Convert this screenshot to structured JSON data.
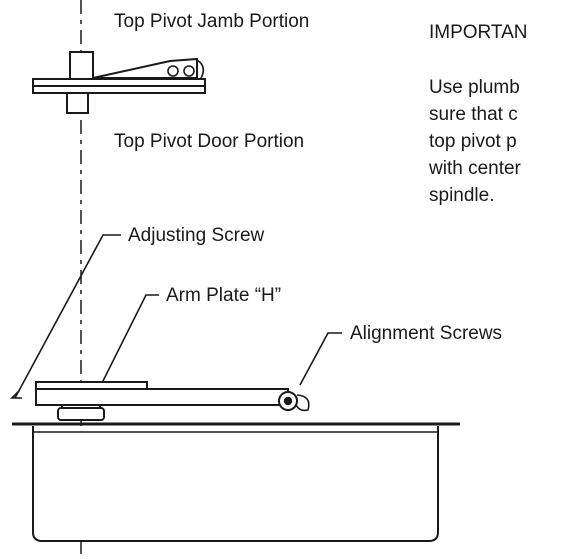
{
  "diagram": {
    "labels": {
      "top_pivot_jamb": "Top Pivot Jamb Portion",
      "top_pivot_door": "Top Pivot Door Portion",
      "adjusting_screw": "Adjusting Screw",
      "arm_plate": "Arm Plate “H”",
      "alignment_screws": "Alignment Screws"
    },
    "note": {
      "heading": "IMPORTAN",
      "lines": [
        "Use plumb",
        "sure that c",
        "top pivot p",
        "with center",
        "spindle."
      ]
    }
  }
}
